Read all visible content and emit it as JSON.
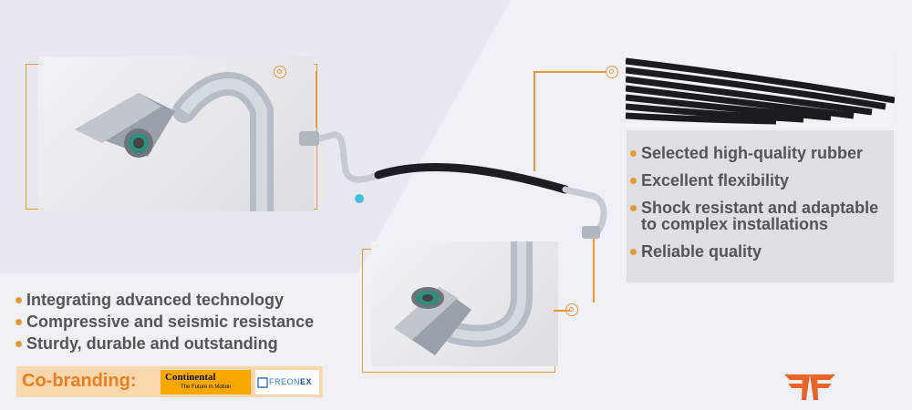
{
  "features_right": [
    "Selected high-quality rubber",
    "Excellent flexibility",
    "Shock resistant and adaptable",
    "to complex installations",
    "Reliable quality"
  ],
  "features_left": [
    "Integrating advanced technology",
    "Compressive and seismic resistance",
    "Sturdy, durable and outstanding"
  ],
  "cobranding": {
    "label": "Co-branding:",
    "continental_name": "Continental",
    "continental_tagline": "The Future in Motion",
    "freonex_part1": "FREON",
    "freonex_part2": "EX"
  },
  "colors": {
    "accent": "#e39a3b",
    "text": "#555555",
    "cobrand_bg": "#f8d7ad"
  },
  "icons": [
    "target-icon",
    "brand-logo-icon"
  ]
}
